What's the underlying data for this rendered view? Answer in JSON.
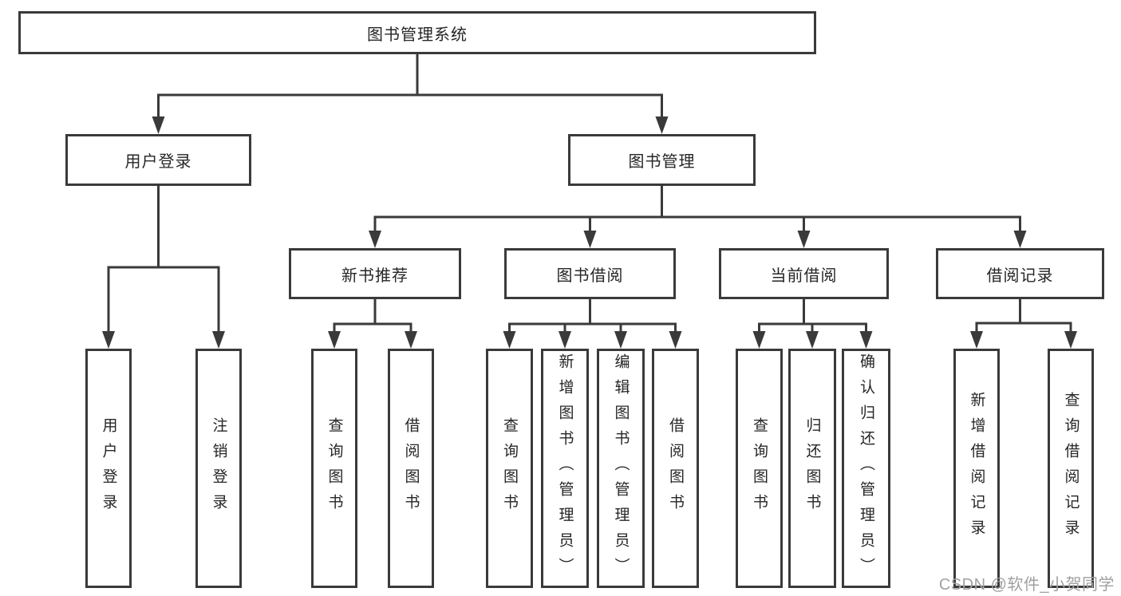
{
  "diagram": {
    "type": "hierarchy-tree",
    "watermark": "CSDN @软件_小贺同学",
    "colors": {
      "background": "#ffffff",
      "line": "#3a3a3a",
      "box_border": "#3a3a3a",
      "box_fill": "#ffffff",
      "text": "#262626",
      "watermark": "#a0a0a0"
    }
  },
  "tree": {
    "root": {
      "label": "图书管理系统",
      "children": [
        {
          "label": "用户登录",
          "children": [
            {
              "label": "用户登录"
            },
            {
              "label": "注销登录"
            }
          ]
        },
        {
          "label": "图书管理",
          "children": [
            {
              "label": "新书推荐",
              "children": [
                {
                  "label": "查询图书"
                },
                {
                  "label": "借阅图书"
                }
              ]
            },
            {
              "label": "图书借阅",
              "children": [
                {
                  "label": "查询图书"
                },
                {
                  "label": "新增图书（管理员）"
                },
                {
                  "label": "编辑图书（管理员）"
                },
                {
                  "label": "借阅图书"
                }
              ]
            },
            {
              "label": "当前借阅",
              "children": [
                {
                  "label": "查询图书"
                },
                {
                  "label": "归还图书"
                },
                {
                  "label": "确认归还（管理员）"
                }
              ]
            },
            {
              "label": "借阅记录",
              "children": [
                {
                  "label": "新增借阅记录"
                },
                {
                  "label": "查询借阅记录"
                }
              ]
            }
          ]
        }
      ]
    }
  }
}
